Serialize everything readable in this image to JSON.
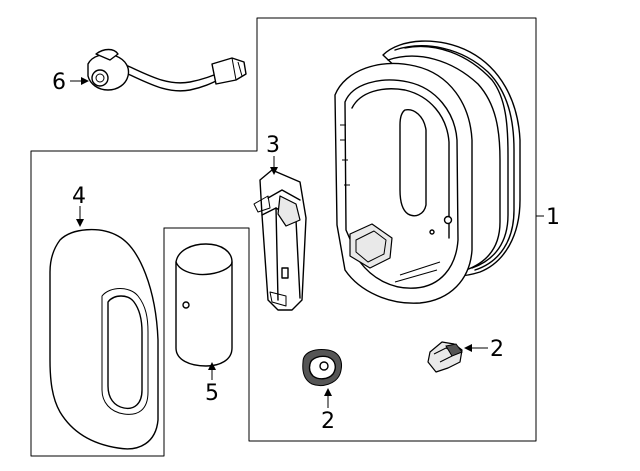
{
  "callouts": {
    "housing": "1",
    "bracket_lower": "2",
    "grommet": "2",
    "socket_clip": "3",
    "lens": "4",
    "bulb_module": "5",
    "wire_harness": "6"
  },
  "colors": {
    "line": "#000000",
    "shade": "#e9e9e9",
    "background": "#ffffff"
  }
}
